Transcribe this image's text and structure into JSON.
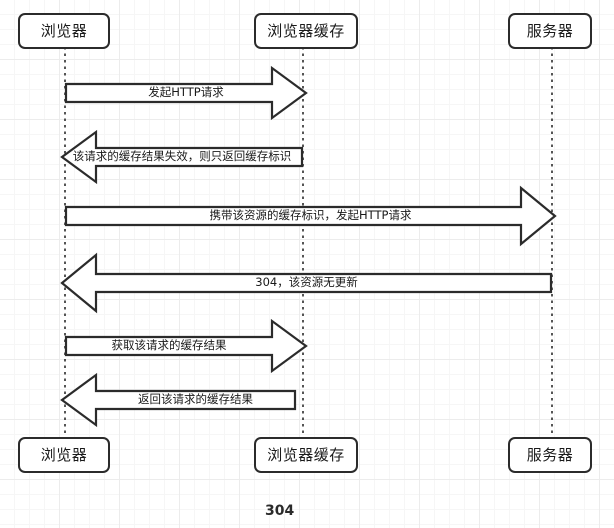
{
  "page": {
    "page_number": "304",
    "background": "#ffffff",
    "grid_color": "#ececec",
    "stroke_color": "#2b2b2b",
    "text_color": "#1a1a1a"
  },
  "participants": {
    "top": [
      {
        "id": "browser",
        "label": "浏览器"
      },
      {
        "id": "browser-cache",
        "label": "浏览器缓存"
      },
      {
        "id": "server",
        "label": "服务器"
      }
    ],
    "bottom": [
      {
        "id": "browser",
        "label": "浏览器"
      },
      {
        "id": "browser-cache",
        "label": "浏览器缓存"
      },
      {
        "id": "server",
        "label": "服务器"
      }
    ]
  },
  "messages": [
    {
      "index": 1,
      "label": "发起HTTP请求",
      "from": "browser",
      "to": "browser-cache",
      "direction": "right"
    },
    {
      "index": 2,
      "label": "该请求的缓存结果失效，则只返回缓存标识",
      "from": "browser-cache",
      "to": "browser",
      "direction": "left"
    },
    {
      "index": 3,
      "label": "携带该资源的缓存标识，发起HTTP请求",
      "from": "browser",
      "to": "server",
      "direction": "right"
    },
    {
      "index": 4,
      "label": "304，该资源无更新",
      "from": "server",
      "to": "browser",
      "direction": "left"
    },
    {
      "index": 5,
      "label": "获取该请求的缓存结果",
      "from": "browser",
      "to": "browser-cache",
      "direction": "right"
    },
    {
      "index": 6,
      "label": "返回该请求的缓存结果",
      "from": "browser-cache",
      "to": "browser",
      "direction": "left"
    }
  ]
}
